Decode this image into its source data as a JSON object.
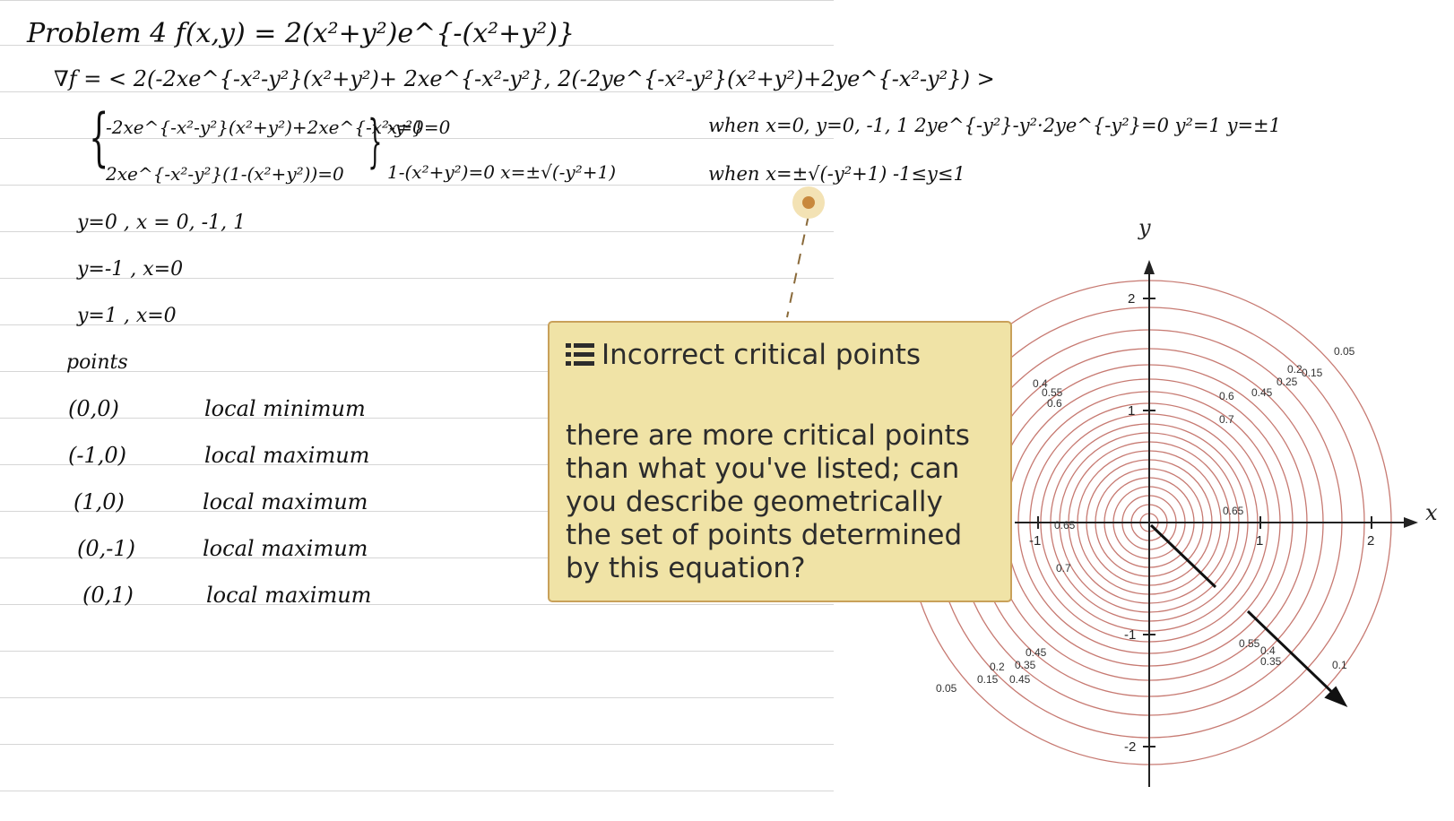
{
  "notes": {
    "title_line": "Problem 4   f(x,y) = 2(x²+y²)e^{-(x²+y²)}",
    "gradient_line": "∇f = < 2(-2xe^{-x²-y²}(x²+y²)+ 2xe^{-x²-y²}, 2(-2ye^{-x²-y²}(x²+y²)+2ye^{-x²-y²}) >",
    "system_eq1": "-2xe^{-x²-y²}(x²+y²)+2xe^{-x²-y²}=0",
    "system_eq2": "2xe^{-x²-y²}(1-(x²+y²))=0",
    "system_res1": "x=0",
    "system_res2": "1-(x²+y²)=0    x=±√(-y²+1)",
    "when1": "when x=0, y=0, -1, 1    2ye^{-y²}-y²·2ye^{-y²}=0    y²=1  y=±1",
    "when2": "when x=±√(-y²+1)  -1≤y≤1",
    "case1": "y=0 ,  x = 0, -1, 1",
    "case2": "y=-1 ,  x=0",
    "case3": "y=1 ,  x=0",
    "points_label": "points",
    "points": [
      {
        "pt": "(0,0)",
        "kind": "local minimum"
      },
      {
        "pt": "(-1,0)",
        "kind": "local maximum"
      },
      {
        "pt": "(1,0)",
        "kind": "local maximum"
      },
      {
        "pt": "(0,-1)",
        "kind": "local maximum"
      },
      {
        "pt": "(0,1)",
        "kind": "local maximum"
      }
    ]
  },
  "comment": {
    "icon": "list-icon",
    "title": "Incorrect critical points",
    "body": "there are more critical points than what you've listed; can you describe geometrically the set of points determined by this equation?",
    "colors": {
      "background": "#f0e3a6",
      "border": "#c9a15a",
      "pin": "#c8883c"
    }
  },
  "plot": {
    "x_label": "x",
    "y_label": "y",
    "x_ticks": [
      "-1",
      "1",
      "2"
    ],
    "y_ticks": [
      "2",
      "1",
      "-1",
      "-2"
    ],
    "contour_color": "#c77a72",
    "contour_labels": [
      "0.05",
      "0.2",
      "0.15",
      "0.25",
      "0.6",
      "0.45",
      "0.4",
      "0.55",
      "0.6",
      "0.7",
      "0.65",
      "0.65",
      "0.7",
      "0.45",
      "0.4",
      "0.35",
      "0.55",
      "0.1",
      "0.05",
      "0.15",
      "0.2",
      "0.35",
      "0.45"
    ]
  }
}
